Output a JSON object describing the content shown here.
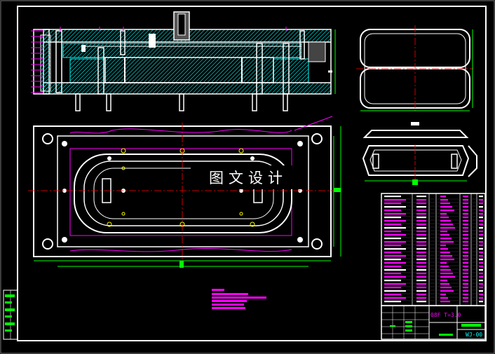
{
  "watermark": "图文设计",
  "title_block": {
    "material_thickness": "08F T=3.0",
    "drawing_number": "WJ-00"
  },
  "colors": {
    "frame": "#ffffff",
    "section": "#00ffff",
    "dimension": "#00ff00",
    "annotation": "#ff00ff",
    "centerline": "#ff0000",
    "label": "#ffff00"
  }
}
